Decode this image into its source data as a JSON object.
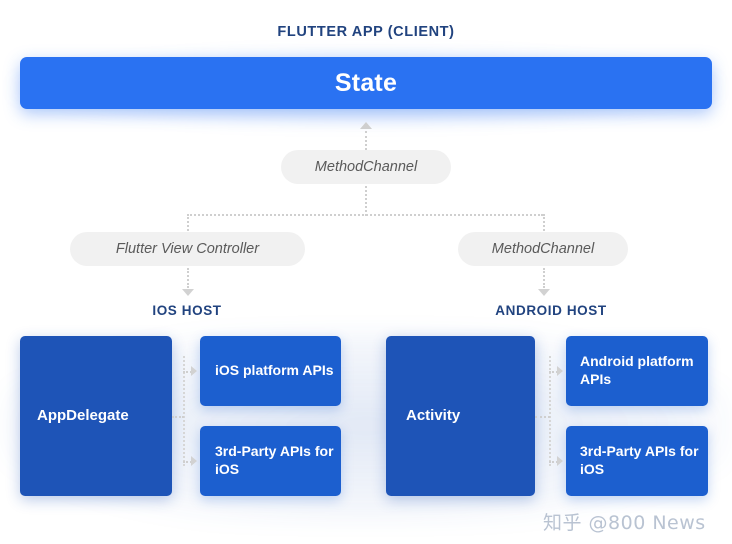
{
  "diagram": {
    "title": "FLUTTER APP (CLIENT)",
    "state_bar": {
      "label": "State"
    },
    "channels": {
      "top": "MethodChannel",
      "ios_side": "Flutter View Controller",
      "android_side": "MethodChannel"
    },
    "hosts": [
      {
        "label": "IOS HOST",
        "main_box": "AppDelegate",
        "api_boxes": [
          "iOS platform APIs",
          "3rd-Party APIs for iOS"
        ]
      },
      {
        "label": "ANDROID HOST",
        "main_box": "Activity",
        "api_boxes": [
          "Android platform APIs",
          "3rd-Party APIs for iOS"
        ]
      }
    ],
    "colors": {
      "state_blue": "#2a72f2",
      "box_main_blue": "#1e54b7",
      "box_sub_blue": "#1c5fcf",
      "heading_navy": "#21437f",
      "pill_gray": "#f1f1f1",
      "pill_text": "#5a5a5a",
      "connector_gray": "#cfcfcf"
    },
    "watermark": "知乎 @800 News"
  }
}
